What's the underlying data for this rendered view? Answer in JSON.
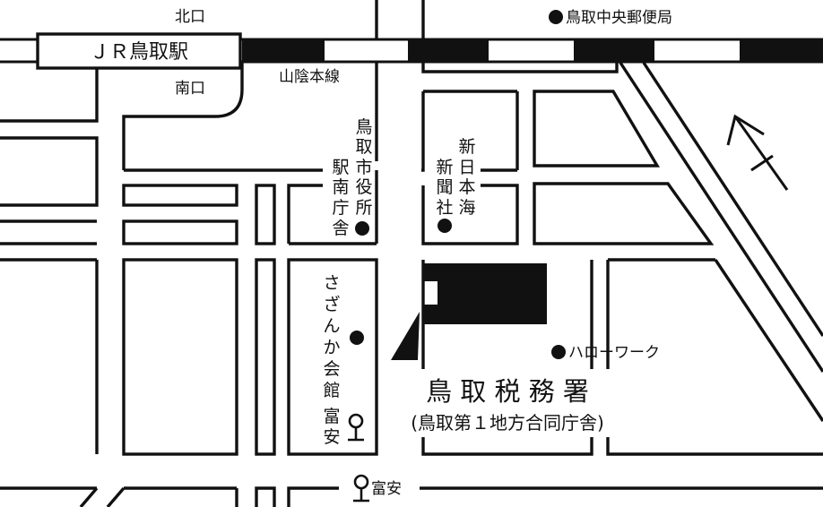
{
  "map": {
    "colors": {
      "ink": "#111111",
      "paper": "#ffffff"
    },
    "labels": {
      "station": "ＪＲ鳥取駅",
      "north_exit": "北口",
      "south_exit": "南口",
      "rail_line": "山陰本線",
      "post_office": "鳥取中央郵便局",
      "city_office": [
        "鳥",
        "取",
        "市",
        "駅",
        "南",
        "庁",
        "舎",
        "役",
        "所"
      ],
      "newspaper": [
        "新",
        "日",
        "本",
        "海",
        "新",
        "聞",
        "社"
      ],
      "sazanka": [
        "さ",
        "ざ",
        "ん",
        "か",
        "会",
        "館"
      ],
      "hello_work": "ハローワーク",
      "tax_office": "鳥 取 税 務 署",
      "tax_office_sub": "(鳥取第１地方合同庁舎)",
      "bus_stop_vertical": [
        "富",
        "安"
      ],
      "bus_stop_horizontal": "富安"
    },
    "icons": [
      "north-arrow-icon",
      "bus-stop-icon",
      "landmark-dot-icon"
    ]
  }
}
